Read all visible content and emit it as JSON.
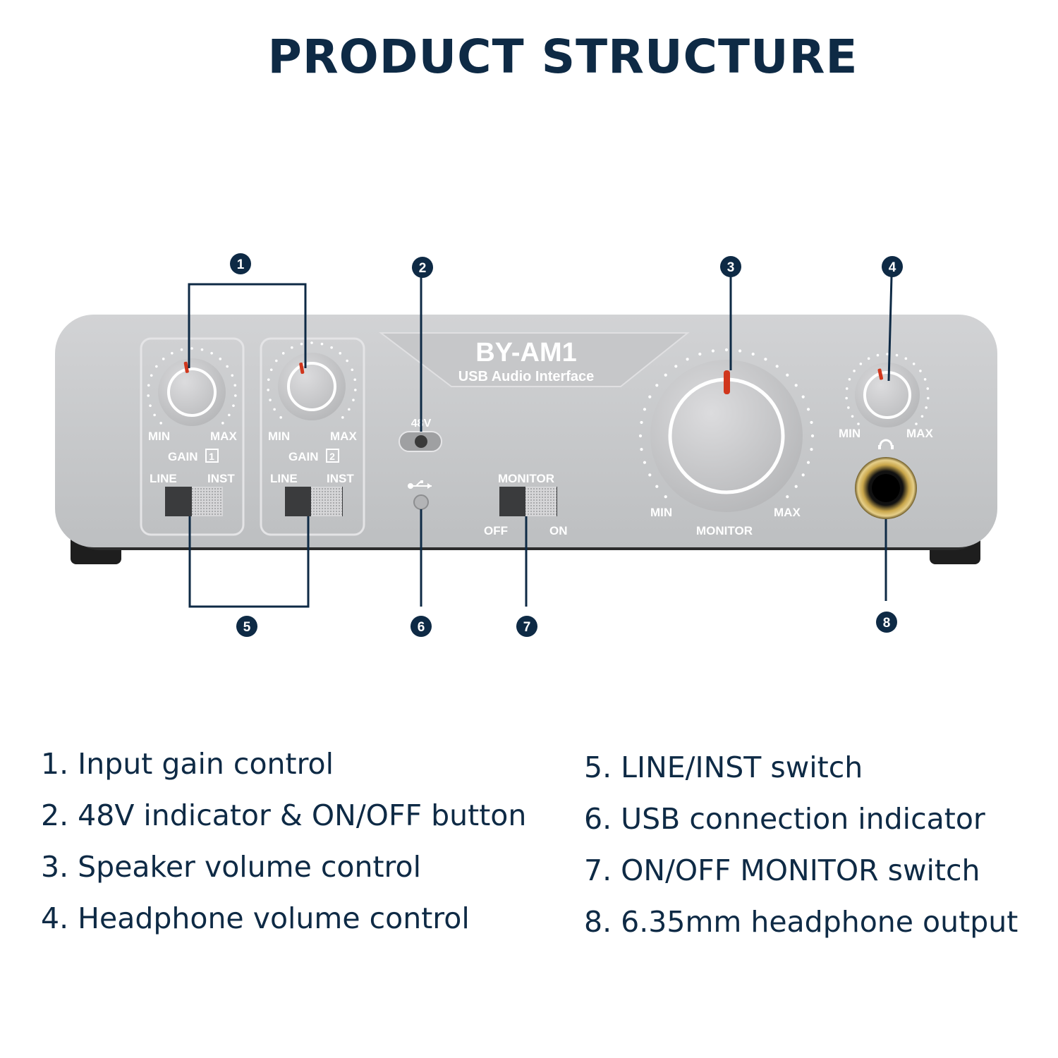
{
  "title": "PRODUCT STRUCTURE",
  "device": {
    "model": "BY-AM1",
    "subtitle": "USB Audio Interface",
    "phantom_label": "48V",
    "gain1": {
      "min": "MIN",
      "max": "MAX",
      "label": "GAIN",
      "num": "1",
      "line": "LINE",
      "inst": "INST"
    },
    "gain2": {
      "min": "MIN",
      "max": "MAX",
      "label": "GAIN",
      "num": "2",
      "line": "LINE",
      "inst": "INST"
    },
    "monitor_switch": {
      "label": "MONITOR",
      "off": "OFF",
      "on": "ON"
    },
    "monitor_knob": {
      "min": "MIN",
      "max": "MAX",
      "label": "MONITOR"
    },
    "headphone_knob": {
      "min": "MIN",
      "max": "MAX"
    }
  },
  "callouts": [
    "1",
    "2",
    "3",
    "4",
    "5",
    "6",
    "7",
    "8"
  ],
  "legend_left": [
    "1. Input gain control",
    "2. 48V indicator & ON/OFF button",
    "3. Speaker volume control",
    "4. Headphone volume control"
  ],
  "legend_right": [
    "5. LINE/INST switch",
    "6. USB connection indicator",
    "7. ON/OFF MONITOR switch",
    "8. 6.35mm headphone output"
  ],
  "colors": {
    "title": "#0e2a45",
    "panel": "#c8c9cb",
    "accent": "#d0361c",
    "jack_ring": "#c9a64a"
  }
}
